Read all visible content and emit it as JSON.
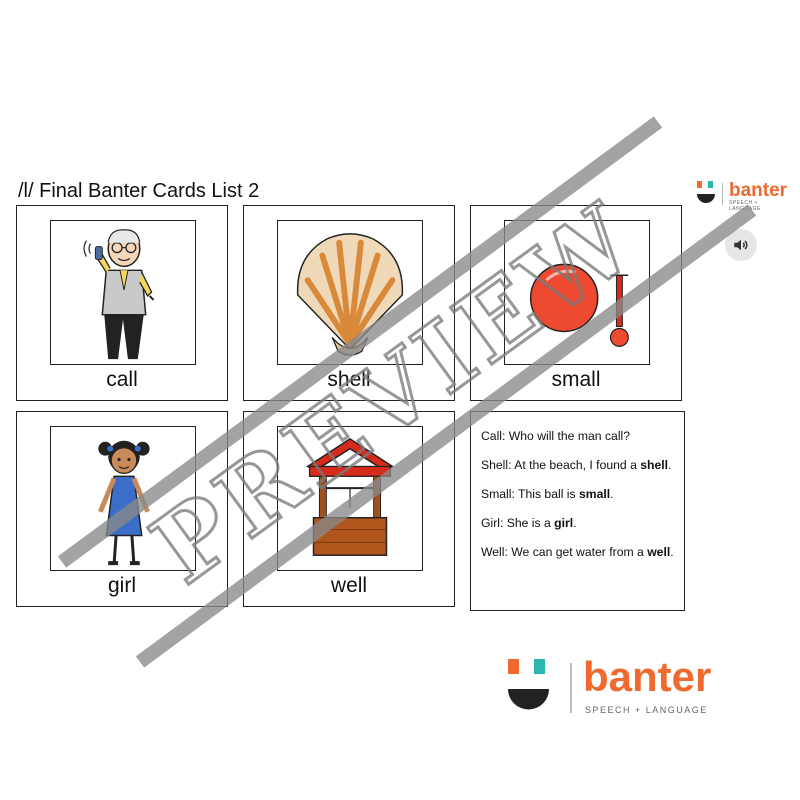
{
  "page": {
    "title": "/l/ Final Banter Cards List 2"
  },
  "brand": {
    "name": "banter",
    "tagline": "SPEECH + LANGUAGE",
    "orange": "#ee6a2e",
    "teal": "#2bb7b0"
  },
  "audio": {
    "icon": "speaker-icon"
  },
  "cards": [
    {
      "word": "call"
    },
    {
      "word": "shell"
    },
    {
      "word": "small"
    },
    {
      "word": "girl"
    },
    {
      "word": "well"
    }
  ],
  "sentences": [
    {
      "prefix": "Call: Who will the man call?",
      "bold": ""
    },
    {
      "prefix": "Shell: At the beach, I found a ",
      "bold": "shell",
      "suffix": "."
    },
    {
      "prefix": "Small: This ball is ",
      "bold": "small",
      "suffix": "."
    },
    {
      "prefix": "Girl: She is a ",
      "bold": "girl",
      "suffix": "."
    },
    {
      "prefix": "Well: We can get water from a ",
      "bold": "well",
      "suffix": "."
    }
  ],
  "watermark": {
    "text": "PREVIEW"
  }
}
